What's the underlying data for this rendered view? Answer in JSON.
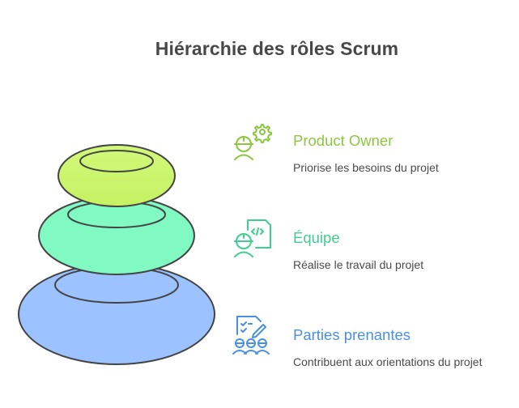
{
  "title": "Hiérarchie des rôles Scrum",
  "roles": [
    {
      "title": "Product Owner",
      "description": "Priorise les besoins du projet",
      "icon": "worker-gear-icon",
      "color": "#8cc63f",
      "fill": "#cdf76f"
    },
    {
      "title": "Équipe",
      "description": "Réalise le travail du projet",
      "icon": "worker-code-document-icon",
      "color": "#3ecf8e",
      "fill": "#80f9c2"
    },
    {
      "title": "Parties prenantes",
      "description": "Contribuent aux orientations du projet",
      "icon": "group-checklist-pen-icon",
      "color": "#4a90e2",
      "fill": "#9cc2ff"
    }
  ],
  "stroke_color": "#444444"
}
